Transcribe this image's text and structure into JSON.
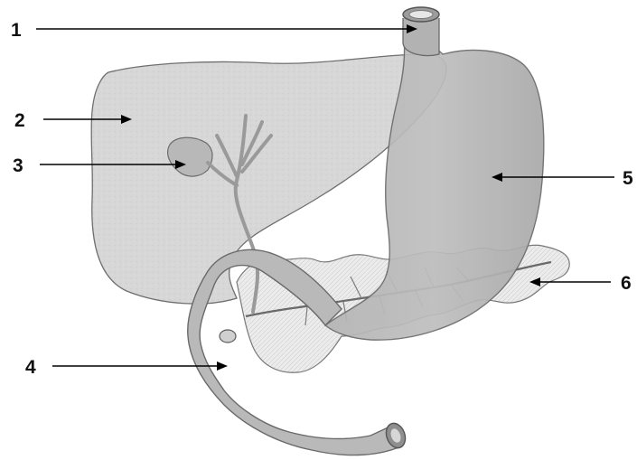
{
  "labels": {
    "l1": "1",
    "l2": "2",
    "l3": "3",
    "l4": "4",
    "l5": "5",
    "l6": "6"
  },
  "colors": {
    "liver_fill": "#d6d6d6",
    "stomach_fill": "#b9b9b9",
    "duodenum_fill": "#b9b9b9",
    "pancreas_fill": "#e7e7e7",
    "outline": "#6a6a6a",
    "arrow": "#000000"
  },
  "parts": {
    "esophagus": "esophagus",
    "liver": "liver",
    "gallbladder": "gallbladder",
    "duodenum": "duodenum",
    "stomach": "stomach",
    "pancreas": "pancreas"
  }
}
